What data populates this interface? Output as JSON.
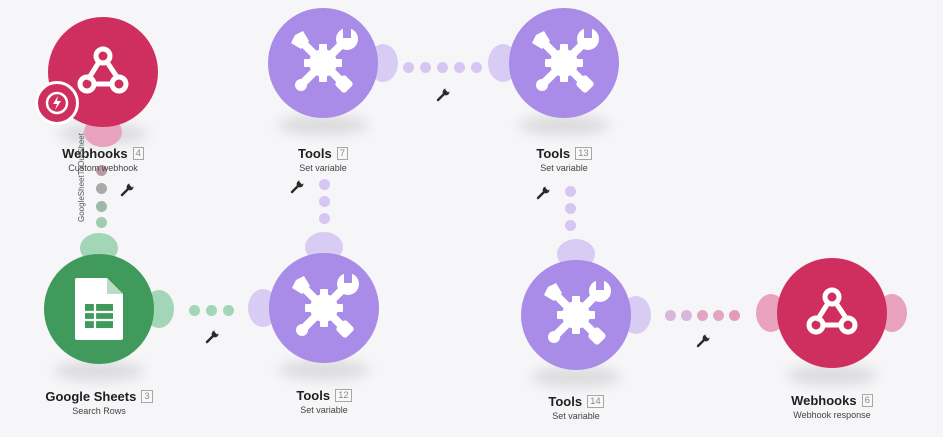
{
  "modules": [
    {
      "id": "webhooks-4",
      "title": "Webhooks",
      "index": "4",
      "subtitle": "Custom webhook",
      "kind": "webhook",
      "color": "#cf2f5f",
      "has_trigger": true
    },
    {
      "id": "google-sheets-3",
      "title": "Google Sheets",
      "index": "3",
      "subtitle": "Search Rows",
      "kind": "sheets",
      "color": "#3f9a5b"
    },
    {
      "id": "tools-7",
      "title": "Tools",
      "index": "7",
      "subtitle": "Set variable",
      "kind": "tools",
      "color": "#a98be8"
    },
    {
      "id": "tools-12",
      "title": "Tools",
      "index": "12",
      "subtitle": "Set variable",
      "kind": "tools",
      "color": "#a98be8"
    },
    {
      "id": "tools-13",
      "title": "Tools",
      "index": "13",
      "subtitle": "Set variable",
      "kind": "tools",
      "color": "#a98be8"
    },
    {
      "id": "tools-14",
      "title": "Tools",
      "index": "14",
      "subtitle": "Set variable",
      "kind": "tools",
      "color": "#a98be8"
    },
    {
      "id": "webhooks-6",
      "title": "Webhooks",
      "index": "6",
      "subtitle": "Webhook response",
      "kind": "webhook",
      "color": "#cf2f5f"
    }
  ],
  "route_label": "GoogleSheetToOutSheet",
  "colors": {
    "background": "#f6f5f7",
    "webhook": "#cf2f5f",
    "tools": "#a98be8",
    "sheets": "#3f9a5b",
    "trigger_icon": "lightning-bolt-icon"
  },
  "icons": {
    "webhook": "webhook-icon",
    "tools": "tools-wrench-screwdriver-icon",
    "sheets": "google-sheets-icon",
    "connection": "wrench-icon"
  }
}
